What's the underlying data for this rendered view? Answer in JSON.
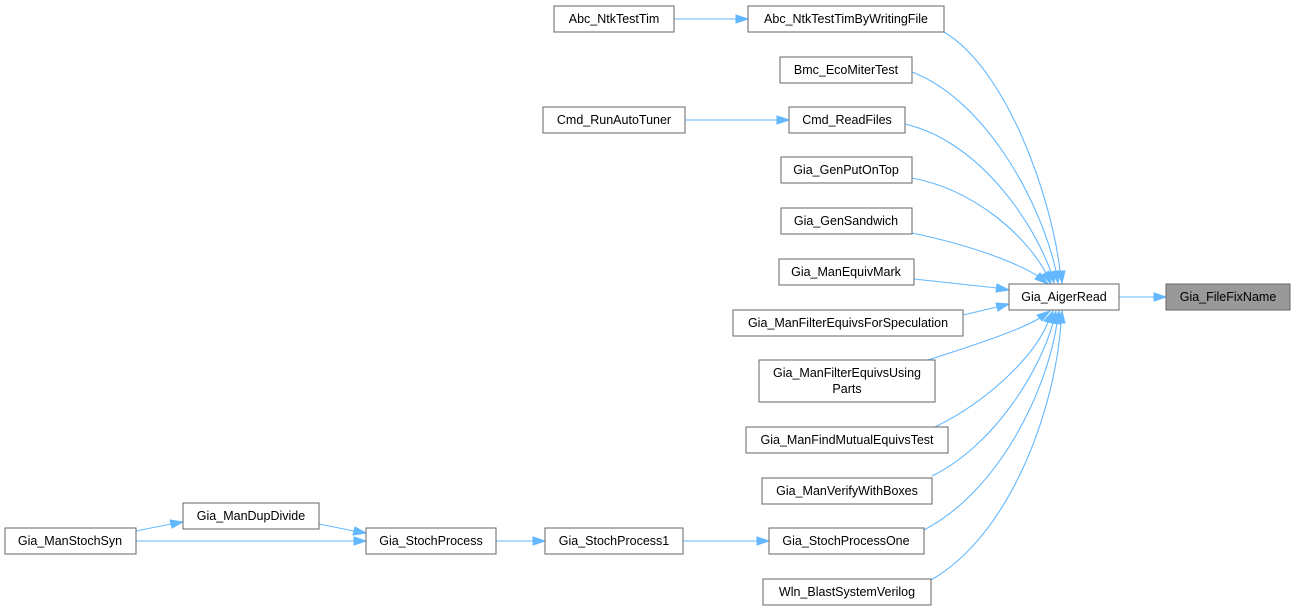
{
  "graph": {
    "colors": {
      "edge": "#63b8ff",
      "node_border": "#666666",
      "node_fill": "#ffffff",
      "highlight_fill": "#999999"
    },
    "nodes": {
      "abc_ntktesttim": "Abc_NtkTestTim",
      "abc_ntktesttimbywritingfile": "Abc_NtkTestTimByWritingFile",
      "bmc_ecomitertest": "Bmc_EcoMiterTest",
      "cmd_runautotuner": "Cmd_RunAutoTuner",
      "cmd_readfiles": "Cmd_ReadFiles",
      "gia_genputontop": "Gia_GenPutOnTop",
      "gia_gensandwich": "Gia_GenSandwich",
      "gia_manequivmark": "Gia_ManEquivMark",
      "gia_aigerread": "Gia_AigerRead",
      "gia_filefixname": "Gia_FileFixName",
      "gia_manfilterequivsforspeculation": "Gia_ManFilterEquivsForSpeculation",
      "gia_manfilterequivsusingparts_1": "Gia_ManFilterEquivsUsing",
      "gia_manfilterequivsusingparts_2": "Parts",
      "gia_manfindmutualequivstest": "Gia_ManFindMutualEquivsTest",
      "gia_manverifywithboxes": "Gia_ManVerifyWithBoxes",
      "gia_mandupdivide": "Gia_ManDupDivide",
      "gia_manstochsyn": "Gia_ManStochSyn",
      "gia_stochprocess": "Gia_StochProcess",
      "gia_stochprocess1": "Gia_StochProcess1",
      "gia_stochprocessone": "Gia_StochProcessOne",
      "wln_blastsystemverilog": "Wln_BlastSystemVerilog"
    }
  }
}
